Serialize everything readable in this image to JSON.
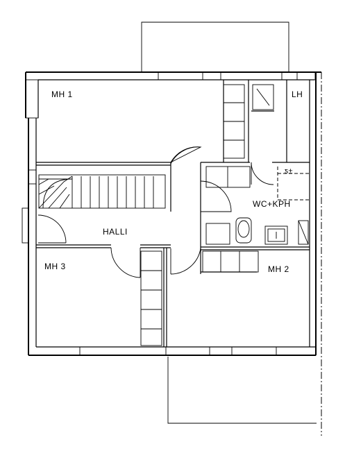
{
  "rooms": {
    "mh1": "MH  1",
    "lh": "LH",
    "wc": "WC+KPH",
    "halli": "HALLI",
    "mh3": "MH  3",
    "mh2": "MH  2"
  }
}
